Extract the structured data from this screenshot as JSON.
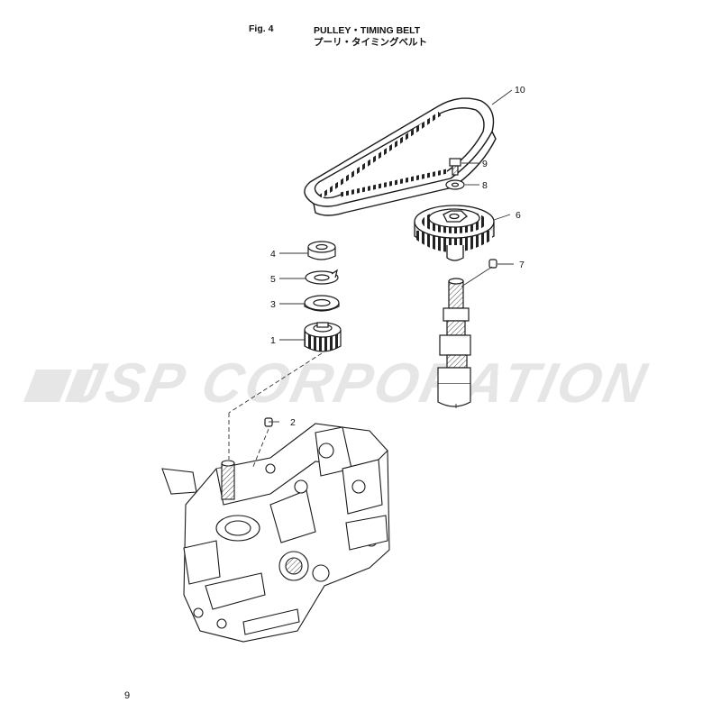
{
  "header": {
    "fig_label": "Fig. 4",
    "title": "PULLEY・TIMING BELT",
    "subtitle": "プーリ・タイミングベルト"
  },
  "watermark": {
    "text": "JSP CORPORATION",
    "color": "#e8e8e8"
  },
  "callouts": [
    {
      "number": "1",
      "part": "drive pulley"
    },
    {
      "number": "2",
      "part": "key"
    },
    {
      "number": "3",
      "part": "washer"
    },
    {
      "number": "4",
      "part": "nut"
    },
    {
      "number": "5",
      "part": "lock washer"
    },
    {
      "number": "6",
      "part": "driven pulley"
    },
    {
      "number": "7",
      "part": "key"
    },
    {
      "number": "8",
      "part": "washer"
    },
    {
      "number": "9",
      "part": "bolt"
    },
    {
      "number": "10",
      "part": "timing belt"
    }
  ],
  "page_number": "9",
  "colors": {
    "line": "#1a1a1a",
    "leader": "#333333"
  }
}
